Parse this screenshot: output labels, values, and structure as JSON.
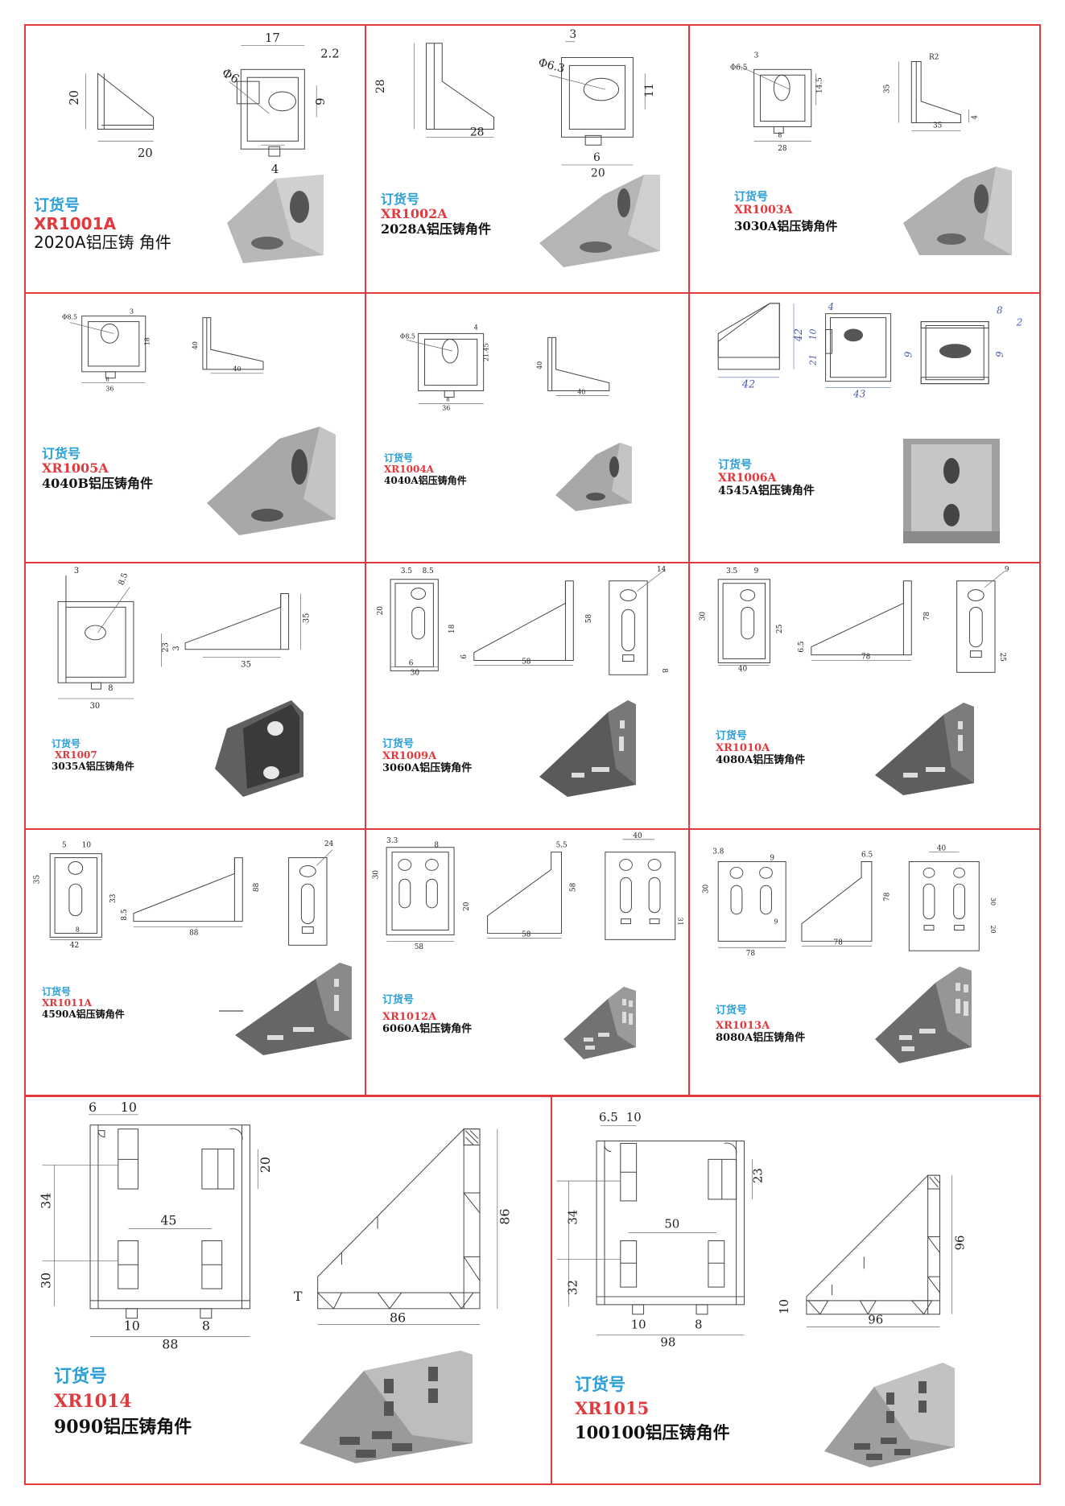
{
  "cells": [
    {
      "order_label": "订货号",
      "code": "XR1001A",
      "name": "2020A铝压铸 角件",
      "dims": [
        "17",
        "2.2",
        "Φ6",
        "9",
        "20",
        "20",
        "4"
      ]
    },
    {
      "order_label": "订货号",
      "code": "XR1002A",
      "name": "2028A铝压铸角件",
      "dims": [
        "3",
        "Φ6.3",
        "28",
        "11",
        "28",
        "6",
        "20"
      ]
    },
    {
      "order_label": "订货号",
      "code": "XR1003A",
      "name": "3030A铝压铸角件",
      "dims": [
        "3",
        "Φ6.5",
        "14.5",
        "28",
        "8",
        "R2",
        "35",
        "4",
        "35"
      ]
    },
    {
      "order_label": "订货号",
      "code": "XR1005A",
      "name": "4040B铝压铸角件",
      "dims": [
        "Φ8.5",
        "3",
        "18",
        "36",
        "8",
        "40",
        "40"
      ]
    },
    {
      "order_label": "订货号",
      "code": "XR1004A",
      "name": "4040A铝压铸角件",
      "dims": [
        "4",
        "Φ8.5",
        "21.45",
        "36",
        "8",
        "40",
        "40"
      ]
    },
    {
      "order_label": "订货号",
      "code": "XR1006A",
      "name": "4545A铝压铸角件",
      "dims": [
        "42",
        "42",
        "4",
        "10",
        "21",
        "43",
        "8",
        "2",
        "9",
        "9"
      ]
    },
    {
      "order_label": "订货号",
      "code": "XR1007",
      "name": "3035A铝压铸角件",
      "dims": [
        "3",
        "8.5",
        "23",
        "8",
        "30",
        "35",
        "3",
        "35"
      ]
    },
    {
      "order_label": "订货号",
      "code": "XR1009A",
      "name": "3060A铝压铸角件",
      "dims": [
        "3.5",
        "8.5",
        "20",
        "18",
        "6",
        "30",
        "58",
        "6",
        "58",
        "14",
        "8"
      ]
    },
    {
      "order_label": "订货号",
      "code": "XR1010A",
      "name": "4080A铝压铸角件",
      "dims": [
        "3.5",
        "9",
        "30",
        "25",
        "40",
        "6.5",
        "78",
        "78",
        "25",
        "9"
      ]
    },
    {
      "order_label": "订货号",
      "code": "XR1011A",
      "name": "4590A铝压铸角件",
      "dims": [
        "5",
        "10",
        "35",
        "33",
        "8",
        "42",
        "8.5",
        "88",
        "88",
        "24"
      ]
    },
    {
      "order_label": "订货号",
      "code": "XR1012A",
      "name": "6060A铝压铸角件",
      "dims": [
        "3.3",
        "5.5",
        "8",
        "30",
        "20",
        "58",
        "58",
        "58",
        "40",
        "31"
      ]
    },
    {
      "order_label": "订货号",
      "code": "XR1013A",
      "name": "8080A铝压铸角件",
      "dims": [
        "3.8",
        "9",
        "6.5",
        "40",
        "30",
        "9",
        "78",
        "78",
        "78",
        "20",
        "30"
      ]
    },
    {
      "order_label": "订货号",
      "code": "XR1014",
      "name": "9090铝压铸角件",
      "dims": [
        "6",
        "10",
        "20",
        "45",
        "34",
        "30",
        "10",
        "8",
        "88",
        "86",
        "T",
        "86"
      ]
    },
    {
      "order_label": "订货号",
      "code": "XR1015",
      "name": "100100铝压铸角件",
      "dims": [
        "6.5",
        "10",
        "23",
        "50",
        "34",
        "32",
        "10",
        "8",
        "98",
        "96",
        "10",
        "96"
      ]
    }
  ]
}
